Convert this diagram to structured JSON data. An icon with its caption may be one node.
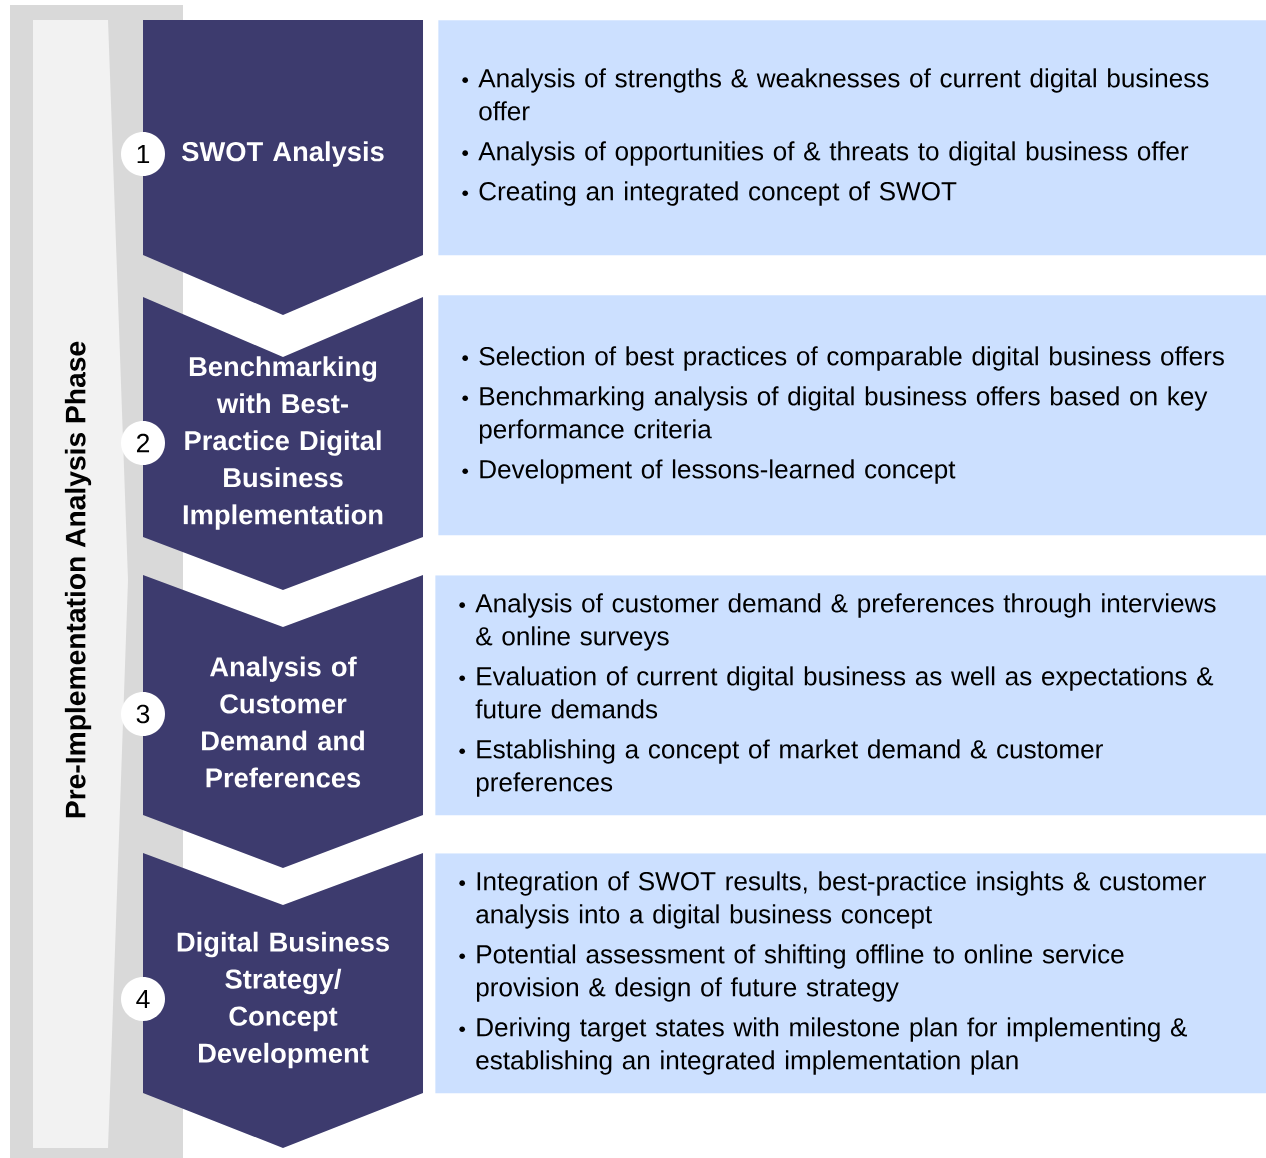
{
  "diagram": {
    "nodes": [
      {
        "text": [
          "Pre-Implementation Analysis Phase"
        ]
      },
      {
        "text": [
          "1"
        ],
        "in": 0
      },
      {
        "text": [
          "SWOT Analysis"
        ]
      },
      {
        "text": [
          "Analysis of strengths & weaknesses of current digital business offer",
          "Analysis of opportunities of & threats to digital business offer",
          "Creating an integrated concept of SWOT"
        ]
      },
      {
        "text": [
          "2"
        ],
        "in": 0
      },
      {
        "text": [
          "Benchmarking with Best-Practice Digital Business Implementation"
        ]
      },
      {
        "text": [
          "Selection of best practices of comparable digital business offers",
          "Benchmarking analysis of digital business offers based on key performance criteria",
          "Development of lessons-learned concept"
        ]
      },
      {
        "text": [
          "3"
        ],
        "in": 0
      },
      {
        "text": [
          "Analysis of Customer Demand and Preferences"
        ]
      },
      {
        "text": [
          "Analysis of customer demand & preferences through interviews & online surveys",
          "Evaluation of current digital business as well as expectations & future demands",
          "Establishing a concept of market demand & customer preferences"
        ]
      },
      {
        "text": [
          "4"
        ],
        "in": 0
      },
      {
        "text": [
          "Digital Business Strategy/ Concept Development"
        ]
      },
      {
        "text": [
          "Integration of SWOT results, best-practice insights & customer analysis into a digital business concept",
          "Potential assessment of shifting offline to online service provision & design of future strategy",
          "Deriving target states with milestone plan for implementing & establishing an integrated implementation plan"
        ]
      }
    ]
  }
}
